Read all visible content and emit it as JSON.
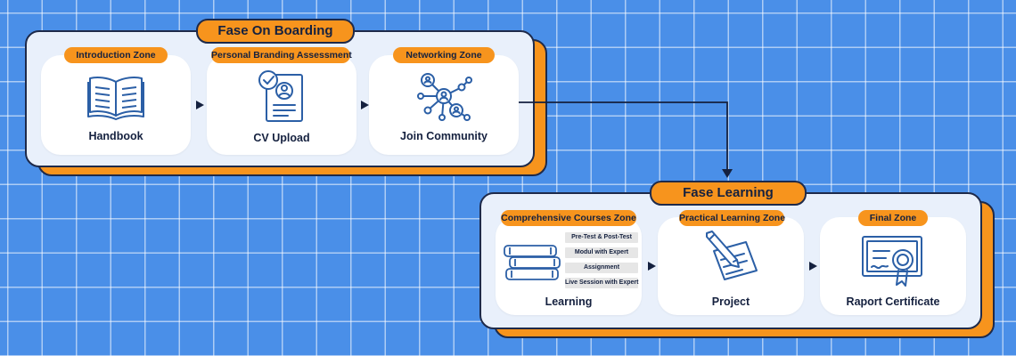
{
  "phases": [
    {
      "title": "Fase On Boarding",
      "zones": [
        {
          "tag": "Introduction Zone",
          "label": "Handbook",
          "icon": "book-icon"
        },
        {
          "tag": "Personal Branding Assessment",
          "label": "CV Upload",
          "icon": "cv-icon"
        },
        {
          "tag": "Networking Zone",
          "label": "Join Community",
          "icon": "network-icon"
        }
      ]
    },
    {
      "title": "Fase Learning",
      "zones": [
        {
          "tag": "Comprehensive Courses Zone",
          "label": "Learning",
          "icon": "books-stack-icon",
          "items": [
            "Pre-Test & Post-Test",
            "Modul with Expert",
            "Assignment",
            "Live Session with Expert"
          ]
        },
        {
          "tag": "Practical Learning Zone",
          "label": "Project",
          "icon": "pencil-paper-icon"
        },
        {
          "tag": "Final Zone",
          "label": "Raport Certificate",
          "icon": "certificate-icon"
        }
      ]
    }
  ],
  "colors": {
    "background": "#4a8fe8",
    "accent": "#f7941d",
    "panel": "#e9f0fb",
    "ink": "#15213f",
    "icon_stroke": "#2b5fa6"
  }
}
